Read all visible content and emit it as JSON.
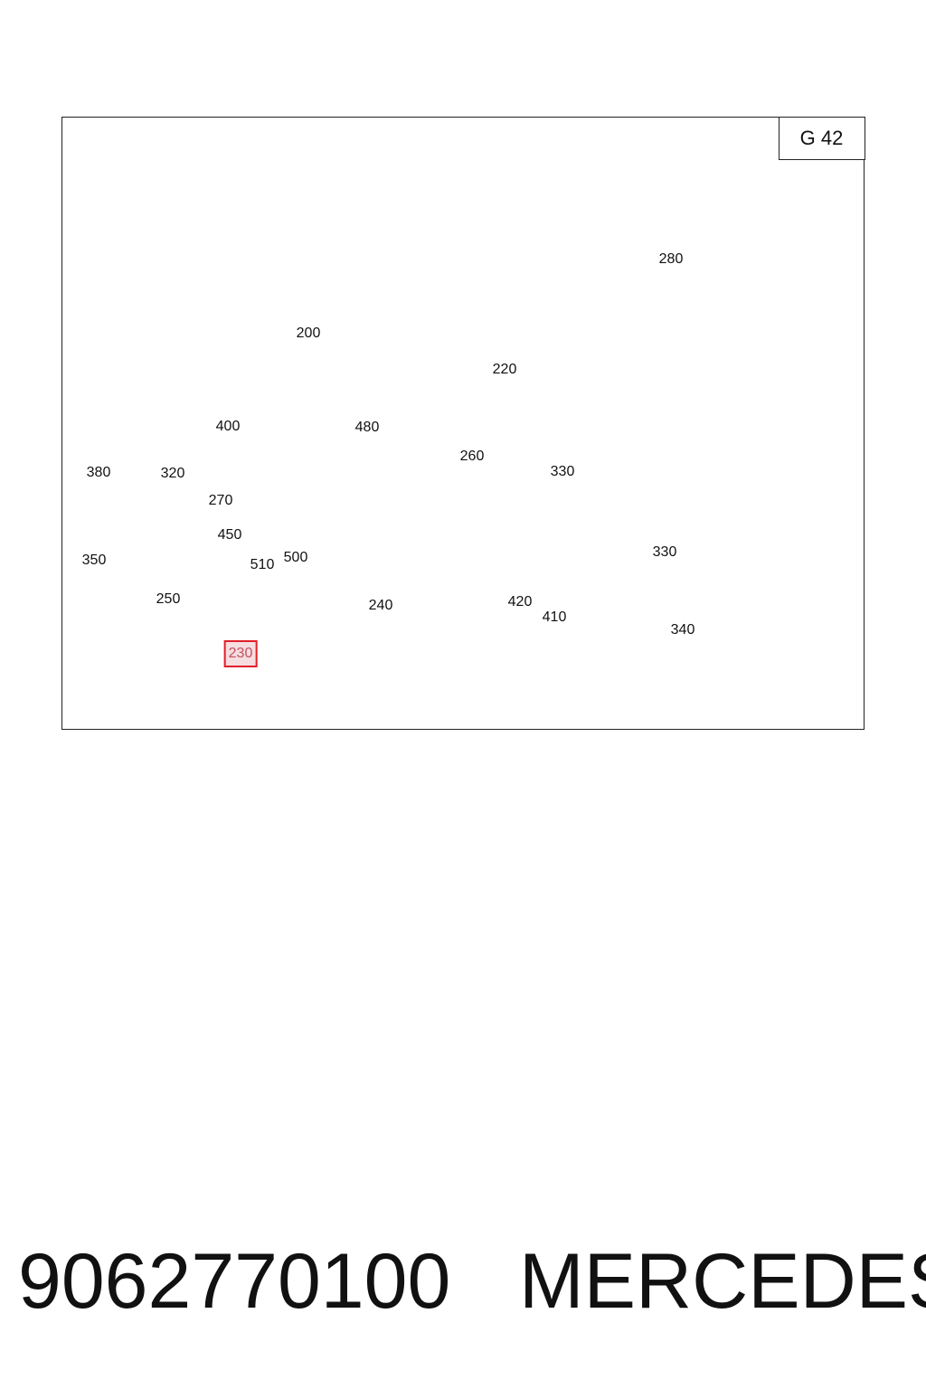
{
  "diagram": {
    "code": "G 42",
    "callouts": [
      {
        "id": "200",
        "label": "200"
      },
      {
        "id": "220",
        "label": "220"
      },
      {
        "id": "230",
        "label": "230",
        "highlighted": true
      },
      {
        "id": "240",
        "label": "240"
      },
      {
        "id": "250",
        "label": "250"
      },
      {
        "id": "260",
        "label": "260"
      },
      {
        "id": "270",
        "label": "270"
      },
      {
        "id": "280",
        "label": "280"
      },
      {
        "id": "320",
        "label": "320"
      },
      {
        "id": "330a",
        "label": "330"
      },
      {
        "id": "330b",
        "label": "330"
      },
      {
        "id": "340",
        "label": "340"
      },
      {
        "id": "350",
        "label": "350"
      },
      {
        "id": "380",
        "label": "380"
      },
      {
        "id": "400",
        "label": "400"
      },
      {
        "id": "410",
        "label": "410"
      },
      {
        "id": "420",
        "label": "420"
      },
      {
        "id": "450",
        "label": "450"
      },
      {
        "id": "480",
        "label": "480"
      },
      {
        "id": "500",
        "label": "500"
      },
      {
        "id": "510",
        "label": "510"
      }
    ]
  },
  "caption": {
    "part_number": "9062770100",
    "brand": "MERCEDES"
  }
}
